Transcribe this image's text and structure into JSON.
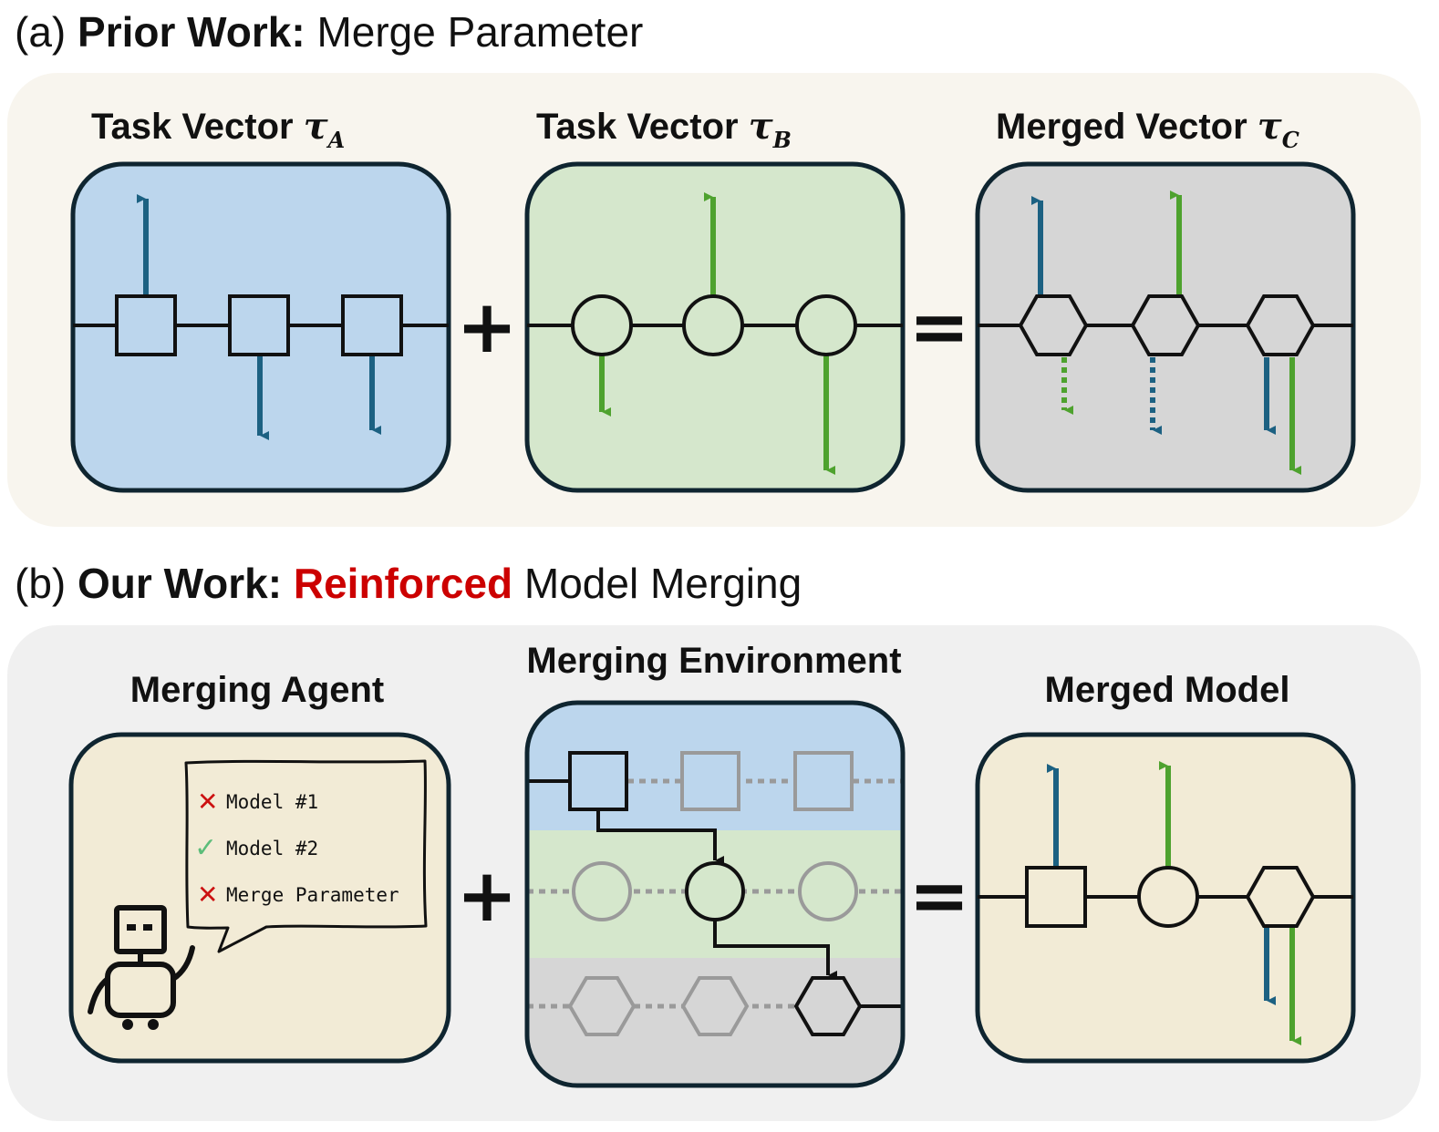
{
  "section_a": {
    "label": "(a)",
    "bold": "Prior Work:",
    "rest": "Merge Parameter",
    "panels": [
      {
        "title": "Task Vector ",
        "symbol": "τ",
        "sub": "A"
      },
      {
        "title": "Task Vector ",
        "symbol": "τ",
        "sub": "B"
      },
      {
        "title": "Merged Vector ",
        "symbol": "τ",
        "sub": "C"
      }
    ]
  },
  "section_b": {
    "label": "(b)",
    "bold": "Our Work:",
    "accent": "Reinforced",
    "rest": "Model Merging",
    "panels": [
      {
        "title": "Merging Agent"
      },
      {
        "title": "Merging Environment"
      },
      {
        "title": "Merged Model"
      }
    ],
    "agent_choices": [
      {
        "mark": "✕",
        "label": "Model #1"
      },
      {
        "mark": "✓",
        "label": "Model #2"
      },
      {
        "mark": "✕",
        "label": "Merge Parameter"
      }
    ]
  },
  "operators": {
    "plus": "+",
    "equals": "="
  },
  "colors": {
    "blue_arrow": "#1c6182",
    "green_arrow": "#4ea22e",
    "panel_blue": "#bcd6ed",
    "panel_green": "#d5e7cc",
    "panel_gray": "#d6d6d6",
    "panel_cream": "#f2ebd6",
    "section_a_bg": "#f8f5ee",
    "section_b_bg": "#f0f0f0",
    "accent_red": "#cc0000"
  }
}
